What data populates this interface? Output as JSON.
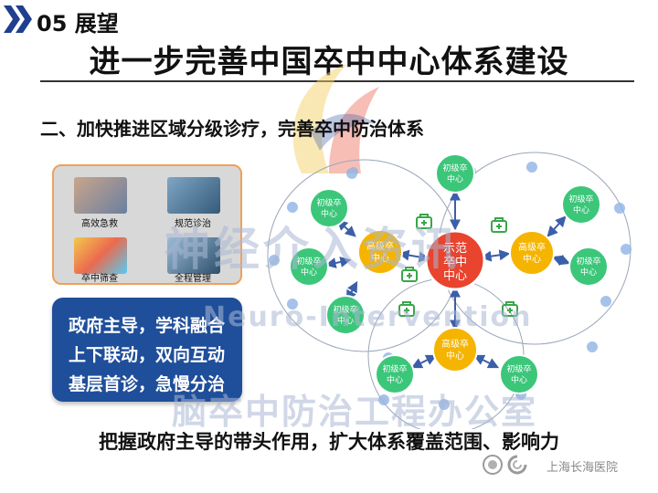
{
  "header": {
    "section": "05 展望"
  },
  "title": "进一步完善中国卒中中心体系建设",
  "subtitle": "二、加快推进区域分级诊疗，完善卒中防治体系",
  "photos": [
    {
      "caption": "高效急救"
    },
    {
      "caption": "规范诊治"
    },
    {
      "caption": "卒中筛查"
    },
    {
      "caption": "全程管理"
    }
  ],
  "policy": {
    "lines": [
      "政府主导，学科融合",
      "上下联动，双向互动",
      "基层首诊，急慢分治"
    ]
  },
  "diagram": {
    "center": {
      "line1": "示范",
      "line2": "卒中",
      "line3": "中心"
    },
    "advanced": {
      "line1": "高级卒",
      "line2": "中心"
    },
    "primary": {
      "line1": "初级卒",
      "line2": "中心"
    },
    "colors": {
      "center": "#e8442e",
      "advanced": "#f5b400",
      "primary": "#3cc67a",
      "dot": "#8fb4e6",
      "arrow": "#3b5fa8",
      "hospital": "#3aa64a"
    }
  },
  "watermark": {
    "line1": "神经介入资讯",
    "line2": "Neuro-Intervention",
    "line3": "脑卒中防治工程办公室"
  },
  "conclusion": "把握政府主导的带头作用，扩大体系覆盖范围、影响力",
  "footer": {
    "hospital": "上海长海医院"
  }
}
